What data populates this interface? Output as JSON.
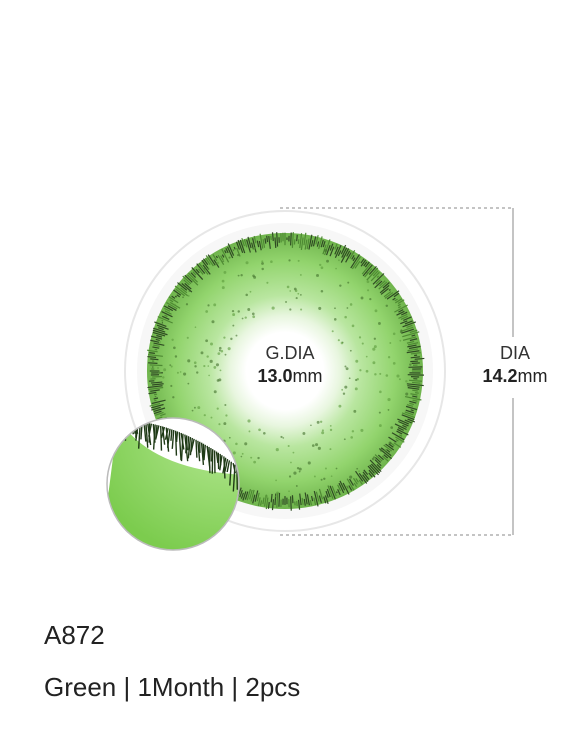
{
  "lens": {
    "g_dia_title": "G.DIA",
    "g_dia_value": "13.0",
    "g_dia_unit": "mm",
    "dia_title": "DIA",
    "dia_value": "14.2",
    "dia_unit": "mm",
    "color_hex": "#8fd36a",
    "ring_hex": "#3b5a2b"
  },
  "product": {
    "code": "A872",
    "specs": "Green | 1Month | 2pcs"
  }
}
